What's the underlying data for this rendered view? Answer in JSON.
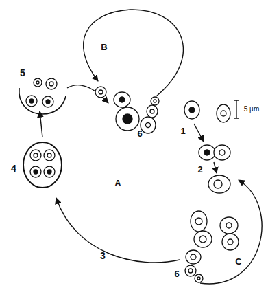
{
  "diagram": {
    "labels": [
      "B",
      "5",
      "6",
      "1",
      "5 µm",
      "2",
      "A",
      "C",
      "4",
      "3",
      "6"
    ]
  }
}
